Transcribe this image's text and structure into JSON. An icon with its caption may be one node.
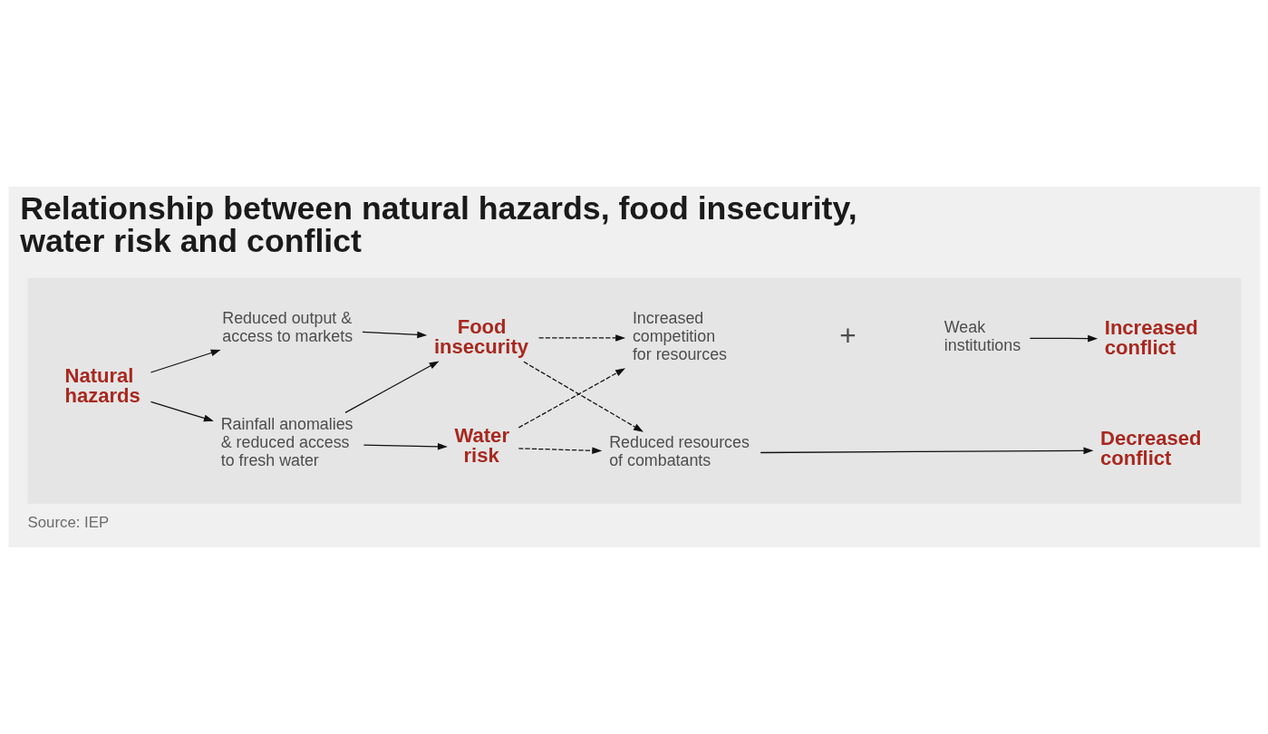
{
  "diagram": {
    "title": "Relationship between natural hazards, food insecurity, water risk and conflict",
    "caption": "Source: IEP",
    "nodes": [
      {
        "text": [],
        "shape": "box"
      },
      {
        "text": [
          "Natural hazards"
        ],
        "in": 0
      },
      {
        "text": [
          "Reduced output & access to markets"
        ],
        "in": 0
      },
      {
        "text": [
          "Rainfall anomalies & reduced access to fresh water"
        ],
        "in": 0
      },
      {
        "text": [
          "Food insecurity"
        ],
        "in": 0
      },
      {
        "text": [
          "Water risk"
        ],
        "in": 0
      },
      {
        "text": [
          "Increased competition for resources"
        ],
        "in": 0
      },
      {
        "text": [
          "Weak institutions"
        ],
        "in": 0
      },
      {
        "text": [
          "Increased conflict"
        ],
        "in": 0
      },
      {
        "text": [
          "Reduced resources of combatants"
        ],
        "in": 0
      },
      {
        "text": [
          "Decreased conflict"
        ],
        "in": 0
      }
    ],
    "edges": [
      {
        "from": 1,
        "to": 2,
        "arrow": "to"
      },
      {
        "from": 1,
        "to": 3,
        "arrow": "to"
      },
      {
        "from": 2,
        "to": 4,
        "arrow": "to"
      },
      {
        "from": 3,
        "to": 4,
        "arrow": "to"
      },
      {
        "from": 3,
        "to": 5,
        "arrow": "to"
      },
      {
        "from": 4,
        "to": 6,
        "arrow": "to",
        "style": "dashed"
      },
      {
        "from": 4,
        "to": 9,
        "arrow": "to",
        "style": "dashed"
      },
      {
        "from": 5,
        "to": 6,
        "arrow": "to",
        "style": "dashed"
      },
      {
        "from": 5,
        "to": 9,
        "arrow": "to",
        "style": "dashed"
      },
      {
        "from": 7,
        "to": 8,
        "arrow": "to"
      },
      {
        "from": 9,
        "to": 10,
        "arrow": "to"
      }
    ],
    "labels": [
      "+"
    ]
  }
}
